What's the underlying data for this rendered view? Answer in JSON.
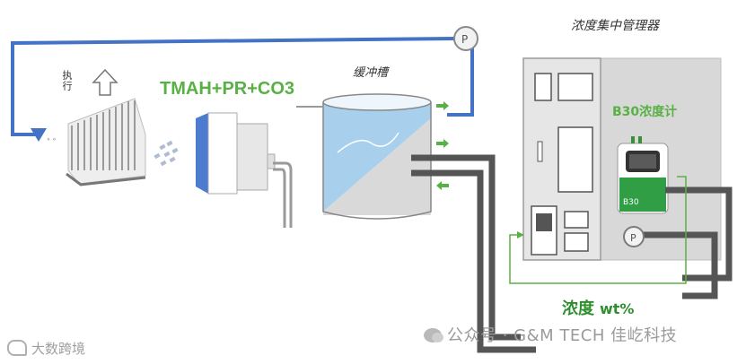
{
  "labels": {
    "exec": "执行",
    "chem": "TMAH+PR+CO3",
    "buffer_tank": "缓冲槽",
    "manager": "浓度集中管理器",
    "meter": "B30浓度计",
    "concentration": "浓度",
    "unit": "wt%",
    "pump": "P"
  },
  "watermarks": {
    "wechat": "公众号 · G&M TECH 佳屹科技",
    "bigdata": "大数跨境"
  },
  "colors": {
    "blue_pipe": "#4472c4",
    "gray_pipe": "#555555",
    "green_line": "#58b144",
    "label_green": "#58b144",
    "tank_water": "#a8d0ec",
    "cabinet": "#d8d8d8"
  }
}
